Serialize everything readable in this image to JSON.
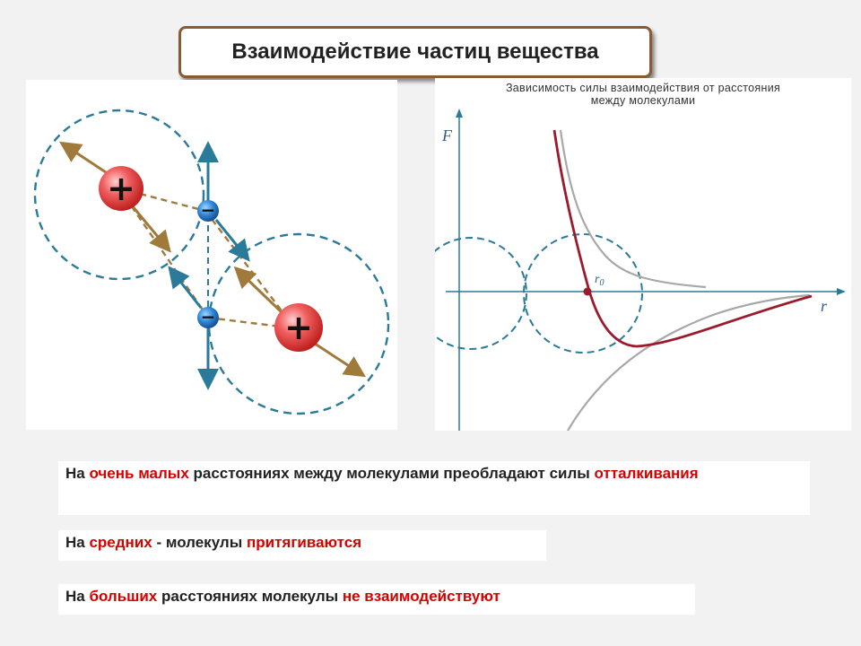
{
  "title": "Взаимодействие частиц вещества",
  "graph": {
    "title_line1": "Зависимость силы взаимодействия от расстояния",
    "title_line2": "между молекулами",
    "y_axis_label": "F",
    "x_axis_label": "r",
    "r0_label": "r",
    "r0_sub": "0"
  },
  "diagram": {
    "plus_sign": "+",
    "minus_sign": "−"
  },
  "lines": {
    "line1": {
      "p1": "На ",
      "p2": "очень малых",
      "p3": " расстояниях между молекулами преобладают силы ",
      "p4": "отталкивания"
    },
    "line2": {
      "p1": "На ",
      "p2": "средних",
      "p3": " - молекулы  ",
      "p4": "притягиваются"
    },
    "line3": {
      "p1": "На ",
      "p2": "больших",
      "p3": " расстояниях  молекулы  ",
      "p4": "не взаимодействуют"
    }
  },
  "colors": {
    "accent_red": "#d60000",
    "curve_red": "#9b1b2c",
    "dash_blue": "#2a7a99",
    "arrow_brown": "#a07a3a"
  }
}
